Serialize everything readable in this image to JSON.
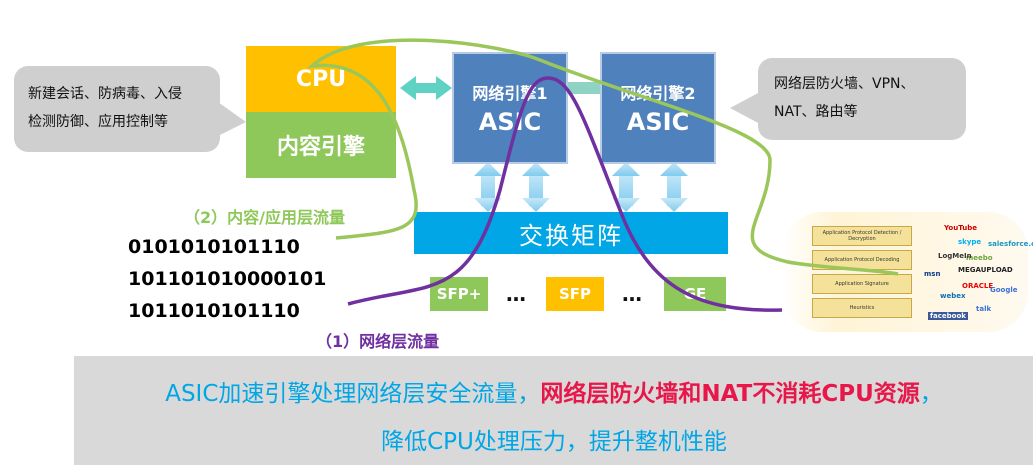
{
  "left_bubble": {
    "line1": "新建会话、防病毒、入侵",
    "line2": "检测防御、应用控制等"
  },
  "right_bubble": {
    "line1": "网络层防火墙、VPN、",
    "line2": "NAT、路由等"
  },
  "cpu_label": "CPU",
  "content_engine_label": "内容引擎",
  "asic1": {
    "line1": "网络引擎1",
    "line2": "ASIC"
  },
  "asic2": {
    "line1": "网络引擎2",
    "line2": "ASIC"
  },
  "switch_label": "交换矩阵",
  "ports": [
    "SFP+",
    "SFP",
    "GE"
  ],
  "dots": "…",
  "app_flow_label": "（2）内容/应用层流量",
  "net_flow_label": "（1）网络层流量",
  "binary_lines": [
    "0101010101110",
    "101101010000101",
    "1011010101110"
  ],
  "layers": [
    "Application Protocol Detection / Decryption",
    "Application Protocol Decoding",
    "Application Signature",
    "Heuristics"
  ],
  "app_logos": [
    "YouTube",
    "skype",
    "salesforce.com",
    "meebo",
    "LogMeIn",
    "msn",
    "MEGAUPLOAD",
    "ORACLE",
    "webex",
    "Google",
    "facebook",
    "talk"
  ],
  "footer": {
    "line1_part1": "ASIC加速引擎处理网络层安全流量，",
    "line1_part2": "网络层防火墙和NAT不消耗CPU资源",
    "line1_part3": "，",
    "line2": "降低CPU处理压力，提升整机性能"
  },
  "colors": {
    "cpu": "#ffc000",
    "content_engine": "#8fc85a",
    "asic": "#4f81bd",
    "switch": "#00a6e6",
    "sfp_plus": "#8fc85a",
    "sfp": "#ffc000",
    "ge": "#8fc85a",
    "footer_blue": "#00a6e6",
    "footer_red": "#e8174a",
    "app_flow": "#8fc85a",
    "net_flow": "#7030a0"
  }
}
